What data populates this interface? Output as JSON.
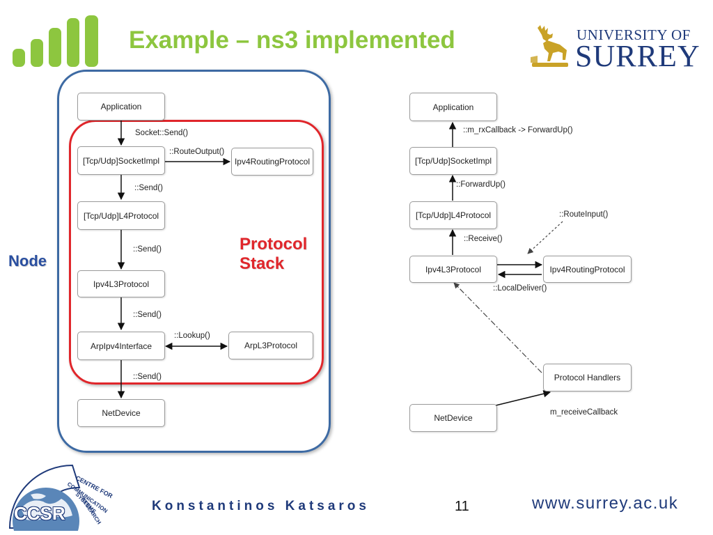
{
  "header": {
    "title": "Example – ns3 implemented",
    "university_of": "UNIVERSITY OF",
    "university_name": "SURREY"
  },
  "footer": {
    "author": "Konstantinos Katsaros",
    "slide_number": "11",
    "website": "www.surrey.ac.uk",
    "ccsr_text": "CCSR",
    "ccsr_ring": [
      "CENTRE FOR",
      "COMMUNICATION",
      "SYSTEMS",
      "RESEARCH"
    ]
  },
  "send_diagram": {
    "node_label": "Node",
    "stack_label_line1": "Protocol",
    "stack_label_line2": "Stack",
    "boxes": {
      "application": "Application",
      "socket_impl": "[Tcp/Udp]SocketImpl",
      "routing": "Ipv4RoutingProtocol",
      "l4": "[Tcp/Udp]L4Protocol",
      "l3": "Ipv4L3Protocol",
      "arp_iface": "ArpIpv4Interface",
      "arp_l3": "ArpL3Protocol",
      "netdevice": "NetDevice"
    },
    "edges": {
      "socket_send": "Socket::Send()",
      "route_output": "::RouteOutput()",
      "send1": "::Send()",
      "send2": "::Send()",
      "send3": "::Send()",
      "lookup": "::Lookup()",
      "send4": "::Send()"
    }
  },
  "receive_diagram": {
    "boxes": {
      "application": "Application",
      "socket_impl": "[Tcp/Udp]SocketImpl",
      "l4": "[Tcp/Udp]L4Protocol",
      "l3": "Ipv4L3Protocol",
      "routing": "Ipv4RoutingProtocol",
      "handlers": "Protocol Handlers",
      "netdevice": "NetDevice"
    },
    "edges": {
      "rx_callback": "::m_rxCallback -> ForwardUp()",
      "forward_up": "::ForwardUp()",
      "route_input": "::RouteInput()",
      "receive": "::Receive()",
      "local_deliver": "::LocalDeliver()",
      "receive_callback": "m_receiveCallback"
    }
  },
  "colors": {
    "title_green": "#8dc63f",
    "node_blue": "#3d6aa3",
    "stack_red": "#e0262b",
    "surrey_navy": "#1f3a7a",
    "surrey_gold": "#c9a227"
  }
}
